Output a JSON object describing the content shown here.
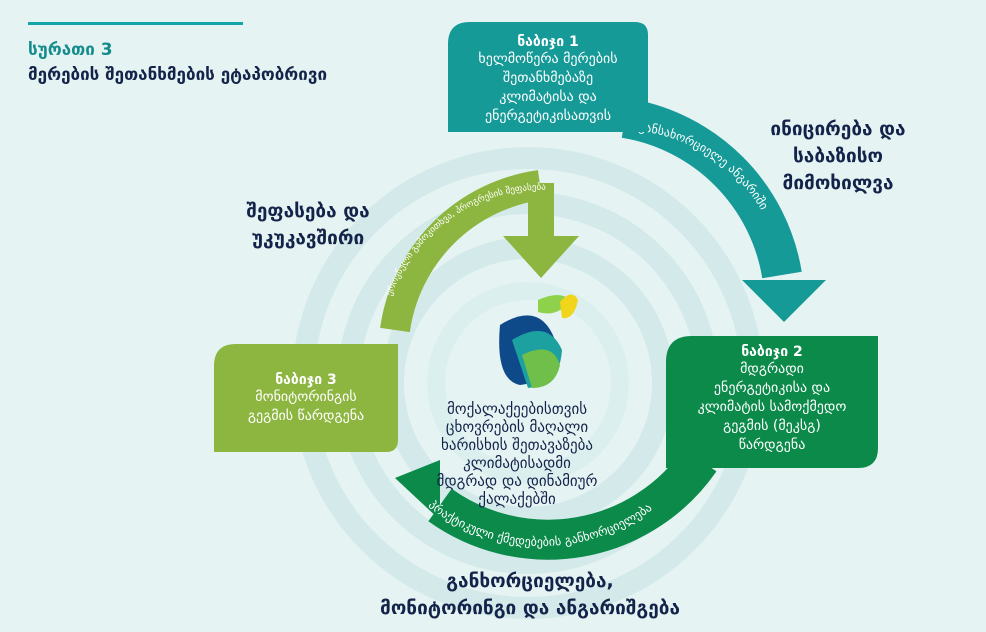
{
  "figure": {
    "number": "სურათი 3",
    "title": "მერების შეთანხმების ეტაპობრივი"
  },
  "phases": {
    "initiation": [
      "ინიცირება და",
      "საბაზისო",
      "მიმოხილვა"
    ],
    "evaluation": [
      "შეფასება და",
      "უკუკავშირი"
    ],
    "implementation": [
      "განხორციელება,",
      "მონიტორინგი და ანგარიშგება"
    ]
  },
  "steps": [
    {
      "title": "ნაბიჯი 1",
      "lines": [
        "ხელმოწერა მერების",
        "შეთანხმებაზე",
        "კლიმატისა და",
        "ენერგეტიკისათვის"
      ],
      "color": "#159a98"
    },
    {
      "title": "ნაბიჯი 2",
      "lines": [
        "მდგრადი",
        "ენერგეტიკისა და",
        "კლიმატის სამოქმედო",
        "გეგმის (მეკსგ)",
        "წარდგენა"
      ],
      "color": "#0b8a4a"
    },
    {
      "title": "ნაბიჯი 3",
      "lines": [
        "მონიტორინგის",
        "გეგმის წარდგენა"
      ],
      "color": "#8db640"
    }
  ],
  "arrow_labels": {
    "top_right": "განსახორციელე ანგარიში",
    "bottom": "პრაქტიკული ქმედებების განხორციელება",
    "left": "ეროვნული გამოკითხვა, პროგრესის შეფასება"
  },
  "center": {
    "lines": [
      "მოქალაქეებისთვის",
      "ცხოვრების მაღალი",
      "ხარისხის შეთავაზება",
      "კლიმატისადმი",
      "მდგრად და დინამიურ",
      "ქალაქებში"
    ]
  },
  "colors": {
    "background": "#e6f3f3",
    "ring": "#cfe7e7",
    "teal": "#159a98",
    "green": "#0b8a4a",
    "lime": "#8db640",
    "navy": "#13234a",
    "leaf_yellow": "#f1d51b"
  },
  "icons": [
    "leaf-logo-icon"
  ]
}
